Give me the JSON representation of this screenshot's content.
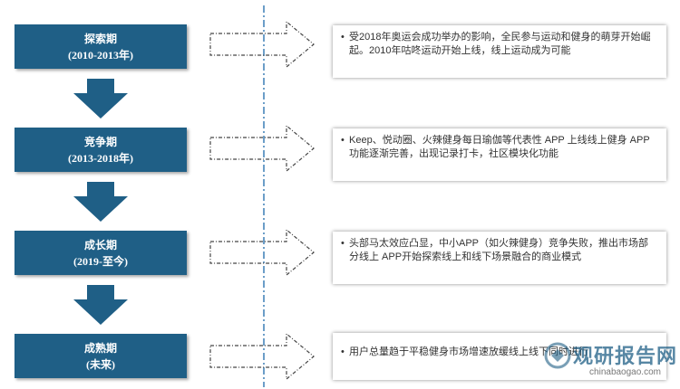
{
  "stages": [
    {
      "name": "探索期",
      "period": "(2010-2013年)"
    },
    {
      "name": "竞争期",
      "period": "(2013-2018年)"
    },
    {
      "name": "成长期",
      "period": "(2019-至今)"
    },
    {
      "name": "成熟期",
      "period": "(未来)"
    }
  ],
  "descriptions": [
    "受2018年奥运会成功举办的影响，全民参与运动和健身的萌芽开始崛起。2010年咕咚运动开始上线，线上运动成为可能",
    "Keep、悦动圈、火辣健身每日瑜伽等代表性 APP 上线线上健身 APP 功能逐渐完善，出现记录打卡，社区模块化功能",
    "头部马太效应凸显，中小APP（如火辣健身）竞争失败，推出市场部分线上 APP开始探索线上和线下场景融合的商业模式",
    "用户总量趋于平稳健身市场增速放缓线上线下同时进行"
  ],
  "bullet": "•",
  "watermark": {
    "cn": "观研报告网",
    "en": "chinabaogao.com"
  },
  "colors": {
    "stage_fill": "#1f5f86",
    "divider": "#3b7fb5"
  }
}
